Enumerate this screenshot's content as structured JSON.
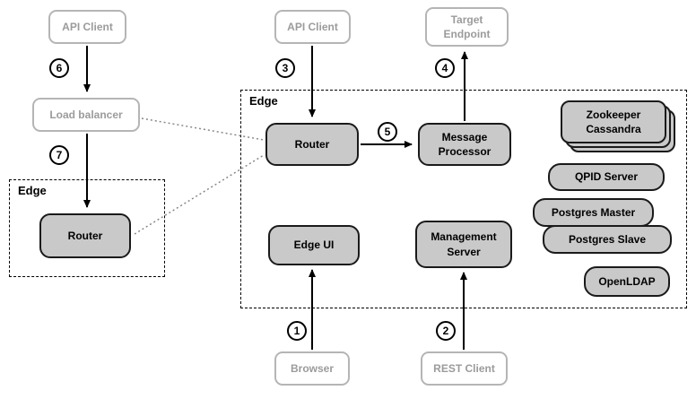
{
  "colors": {
    "node_fill": "#c9c9c9",
    "node_border": "#1a1a1a",
    "external_border": "#b5b5b5",
    "external_text": "#9b9b9b",
    "arrow": "#000000",
    "dotted_line": "#888888",
    "region_border": "#000000"
  },
  "external": {
    "api_client_left": "API Client",
    "api_client_mid": "API Client",
    "target_endpoint": "Target Endpoint",
    "load_balancer": "Load balancer",
    "browser": "Browser",
    "rest_client": "REST Client"
  },
  "edge_main": {
    "label": "Edge",
    "router": "Router",
    "message_processor": "Message Processor",
    "edge_ui": "Edge UI",
    "management_server": "Management Server",
    "datastores": {
      "zookeeper": "Zookeeper",
      "cassandra": "Cassandra",
      "qpid": "QPID Server",
      "postgres_master": "Postgres Master",
      "postgres_slave": "Postgres Slave",
      "openldap": "OpenLDAP"
    }
  },
  "edge_small": {
    "label": "Edge",
    "router": "Router"
  },
  "steps": {
    "s1": "1",
    "s2": "2",
    "s3": "3",
    "s4": "4",
    "s5": "5",
    "s6": "6",
    "s7": "7"
  }
}
